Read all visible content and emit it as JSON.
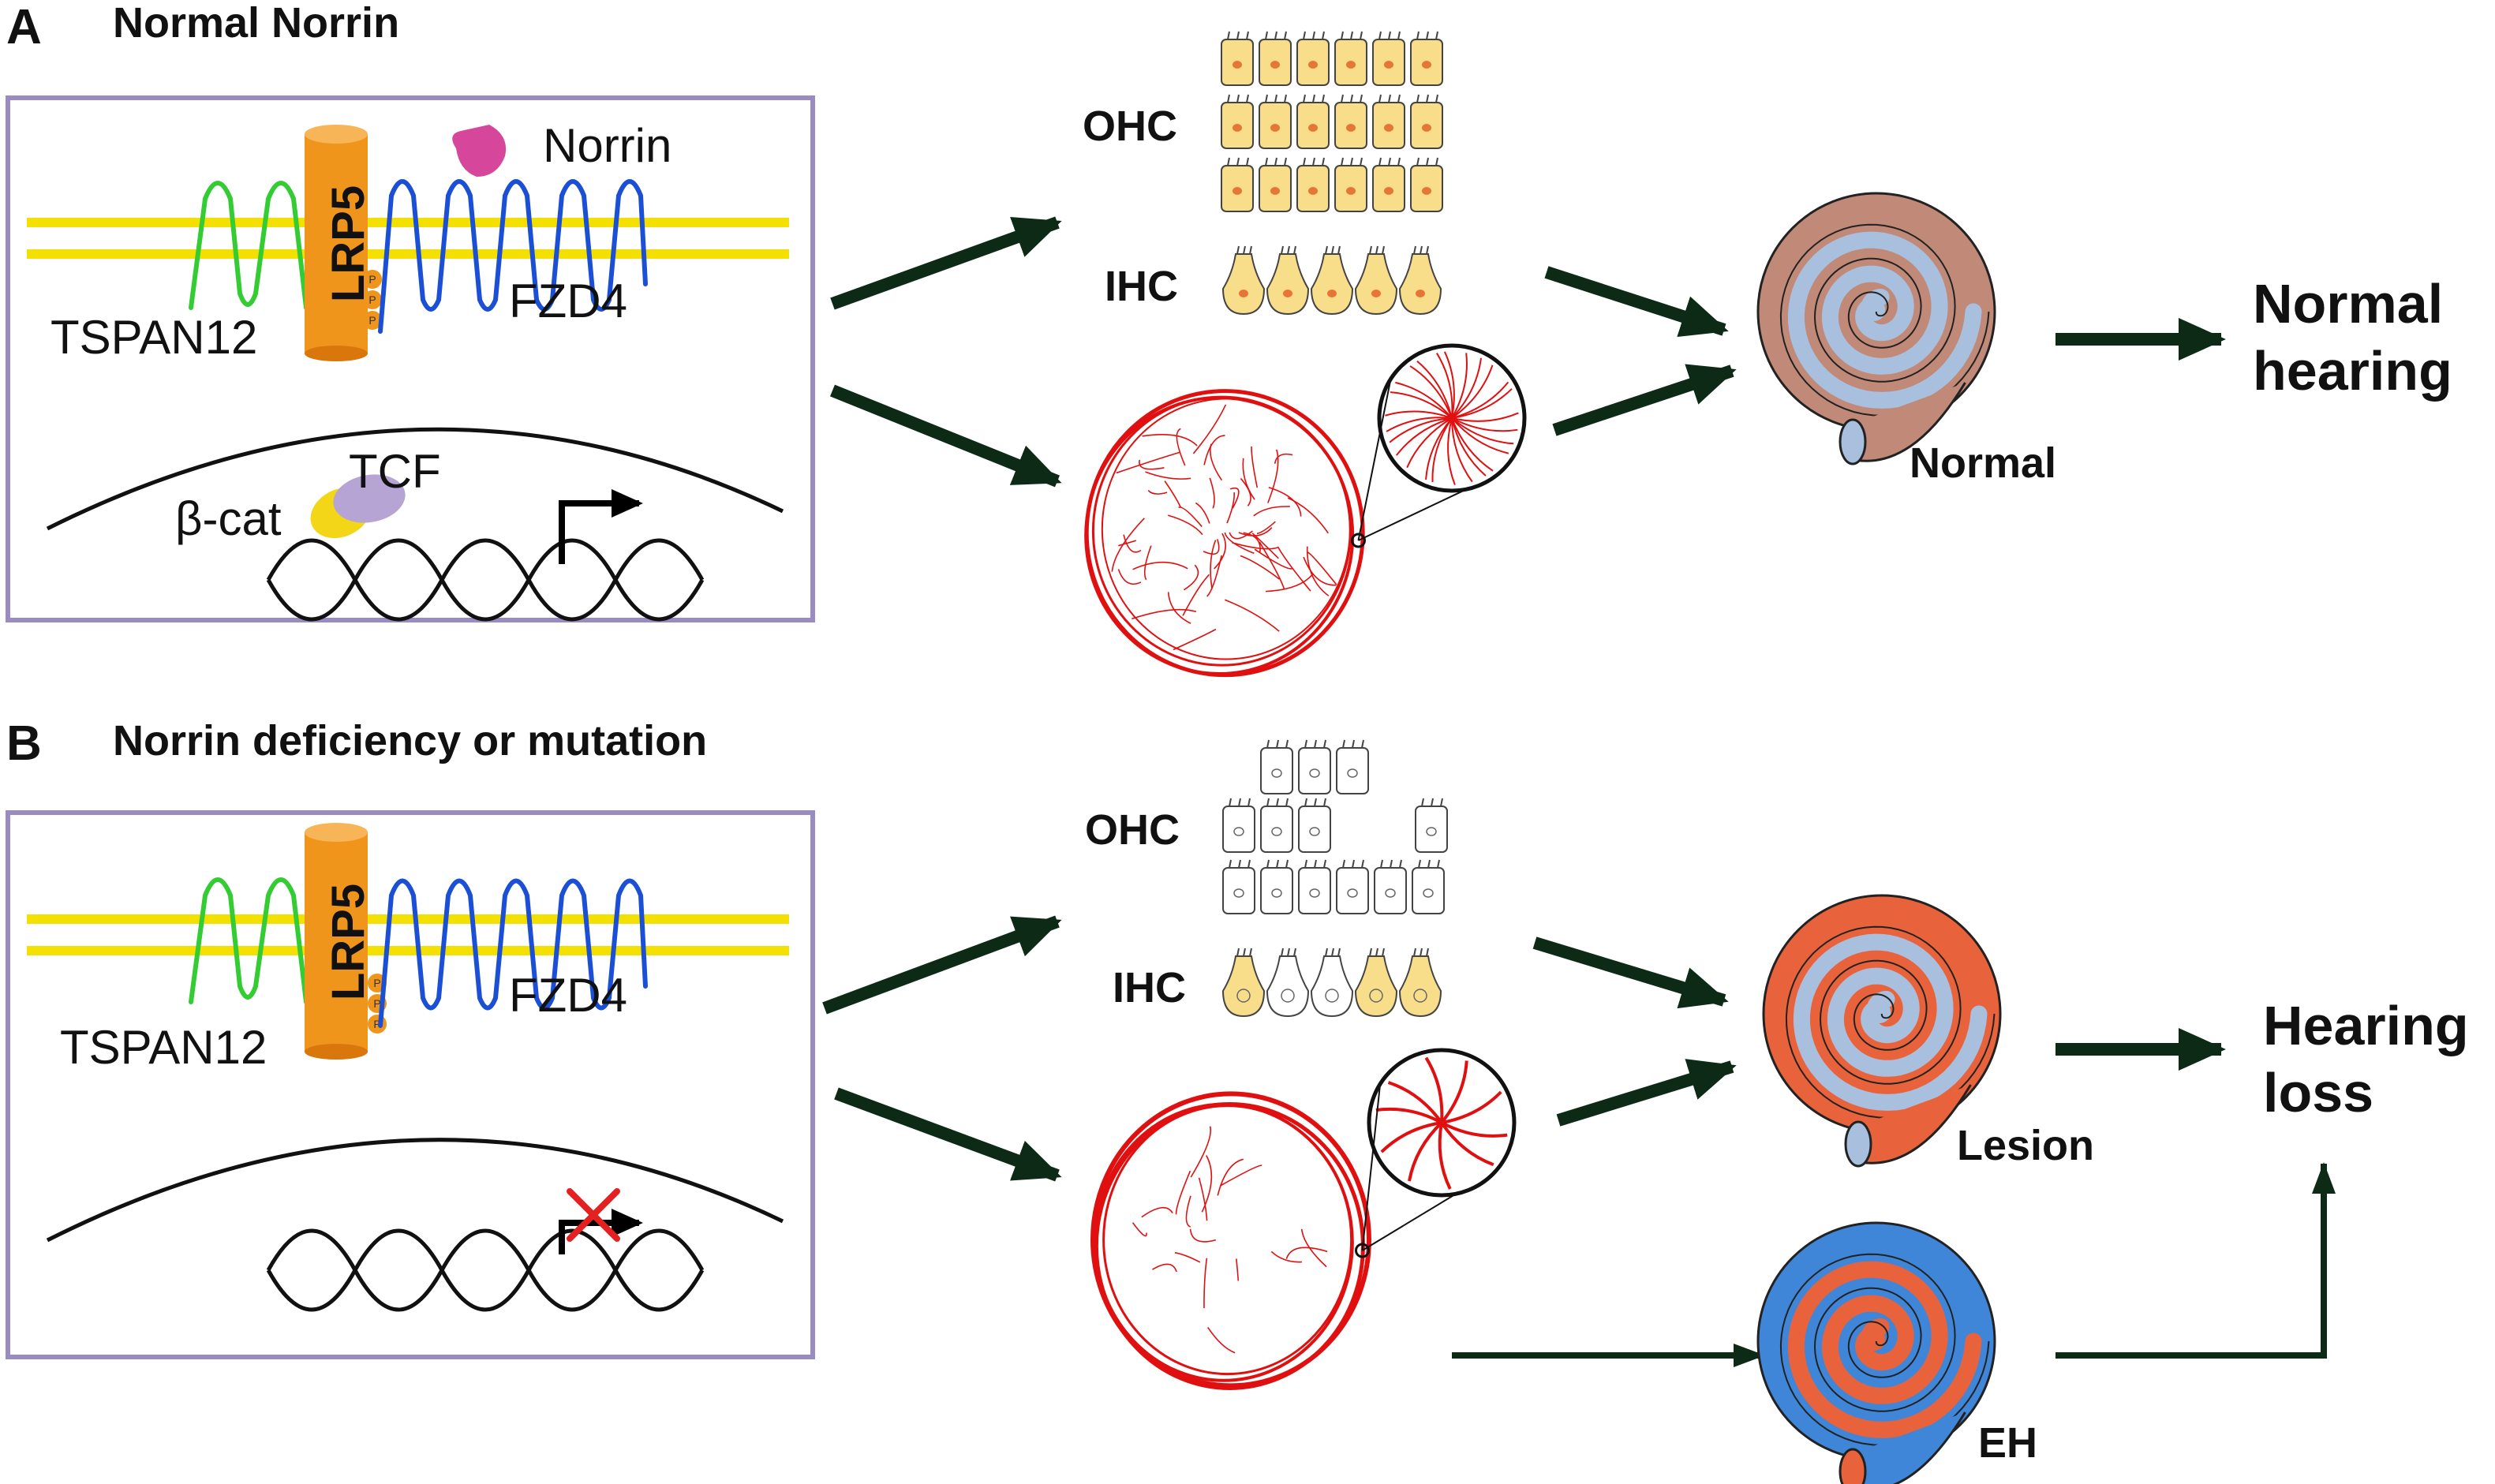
{
  "colors": {
    "membrane": "#f4e000",
    "tspan12": "#33cc33",
    "fzd4": "#1a4fd6",
    "lrp5": "#f0951c",
    "norrin": "#d6469b",
    "arrow": "#0d2a17",
    "frame": "#9a8cc0",
    "vessel": "#e01010",
    "hair_cell_normal": "#f8dd8a",
    "cochlea_brown": "#c08978",
    "cochlea_light_blue": "#a8c0de",
    "cochlea_orange": "#e8633c",
    "cochlea_blue": "#3f86d8"
  },
  "panelA": {
    "letter": "A",
    "title": "Normal Norrin",
    "labels": {
      "norrin": "Norrin",
      "lrp5": "LRP5",
      "fzd4": "FZD4",
      "tspan12": "TSPAN12",
      "tcf": "TCF",
      "bcat": "β-cat",
      "phospho": "P"
    },
    "hair_cells": {
      "ohc": "OHC",
      "ihc": "IHC"
    },
    "cochlea_label": "Normal",
    "outcome": {
      "line1": "Normal",
      "line2": "hearing"
    }
  },
  "panelB": {
    "letter": "B",
    "title": "Norrin  deficiency or mutation",
    "labels": {
      "lrp5": "LRP5",
      "fzd4": "FZD4",
      "tspan12": "TSPAN12",
      "phospho": "P"
    },
    "hair_cells": {
      "ohc": "OHC",
      "ihc": "IHC"
    },
    "cochlea_lesion_label": "Lesion",
    "cochlea_eh_label": "EH",
    "outcome": {
      "line1": "Hearing",
      "line2": "loss"
    }
  },
  "icons": [
    "lrp5-cylinder-icon",
    "norrin-ligand-icon",
    "dna-helix-icon",
    "transcription-arrow-icon",
    "blocked-x-icon",
    "hair-cell-icon",
    "retina-vessel-icon",
    "cochlea-spiral-icon",
    "flow-arrow-icon"
  ]
}
